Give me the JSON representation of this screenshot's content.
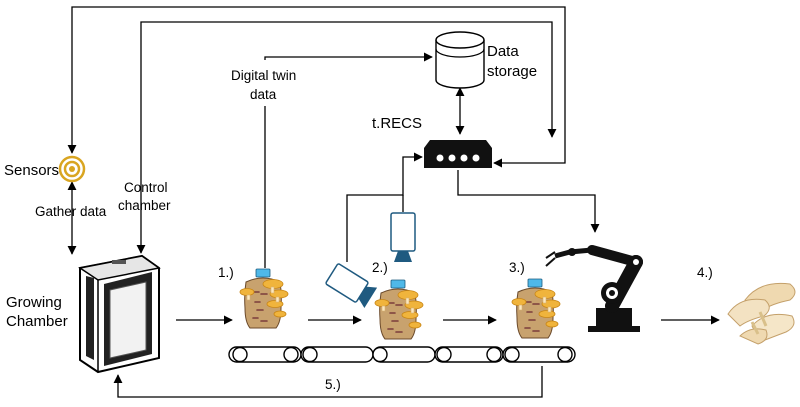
{
  "labels": {
    "sensors": "Sensors",
    "gather_data": "Gather data",
    "control_line1": "Control",
    "control_line2": "chamber",
    "growing_line1": "Growing",
    "growing_line2": "Chamber",
    "digital_twin_line1": "Digital twin",
    "digital_twin_line2": "data",
    "data_storage_line1": "Data",
    "data_storage_line2": "storage",
    "trecs": "t.RECS",
    "step1": "1.)",
    "step2": "2.)",
    "step3": "3.)",
    "step4": "4.)",
    "step5": "5.)"
  },
  "icons": {
    "sensor": "sensor-icon",
    "database": "database-icon",
    "server": "server-icon",
    "growing_chamber": "grow-tent-icon",
    "camera": "camera-icon",
    "mushroom_bag": "mushroom-bag-icon",
    "robot_arm": "robot-arm-icon",
    "mushrooms": "oyster-mushroom-icon",
    "conveyor": "conveyor-belt-icon"
  },
  "colors": {
    "mushroom_cap": "#F0B43C",
    "substrate": "#C8A26E",
    "sensor_gold": "#D9A521",
    "camera_blue": "#1F5A80",
    "tag_blue": "#4FB8E8"
  }
}
